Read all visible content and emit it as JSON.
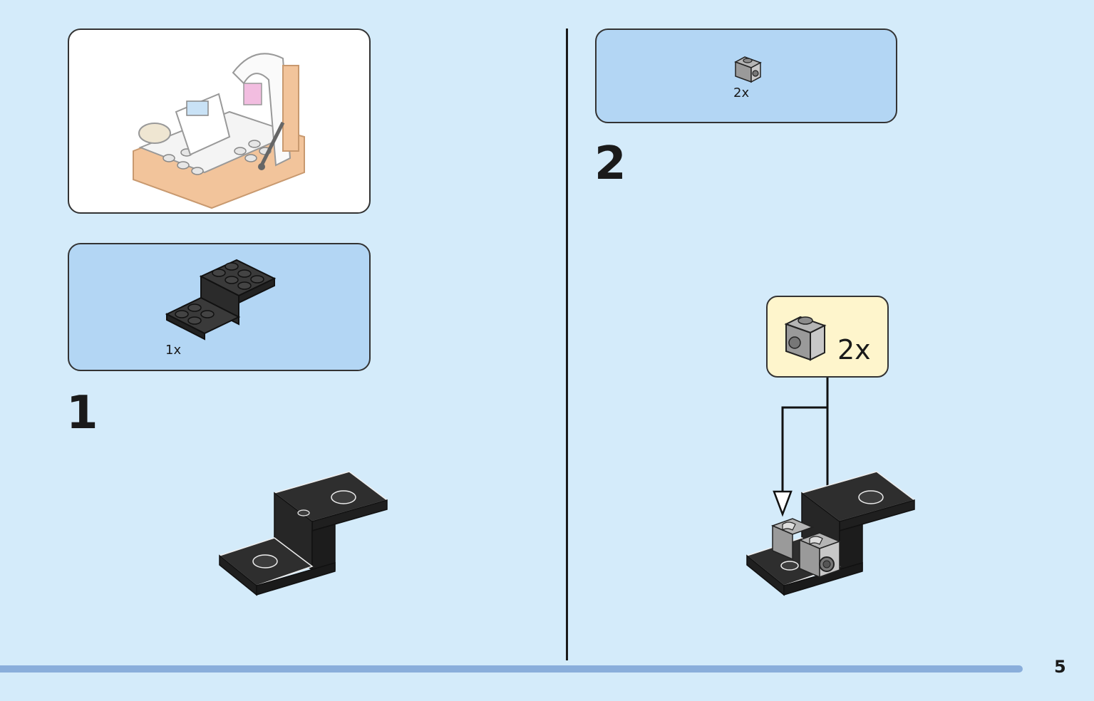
{
  "parts_step1": {
    "quantity": "1x"
  },
  "parts_step2": {
    "quantity": "2x"
  },
  "step1": {
    "number": "1"
  },
  "step2": {
    "number": "2",
    "callout_quantity": "2x"
  },
  "page": {
    "number": "5"
  },
  "colors": {
    "background": "#d4ebfa",
    "parts_panel": "#b3d6f4",
    "callout": "#fef5cc",
    "bracket_black": "#2b2b2b",
    "brick_grey": "#a9a9a9",
    "bar": "#8aaedb"
  },
  "icons": [
    "bracket-plate-icon",
    "grey-1x1-brick-with-stud-icon",
    "arrow-down-icon",
    "model-preview-image"
  ]
}
